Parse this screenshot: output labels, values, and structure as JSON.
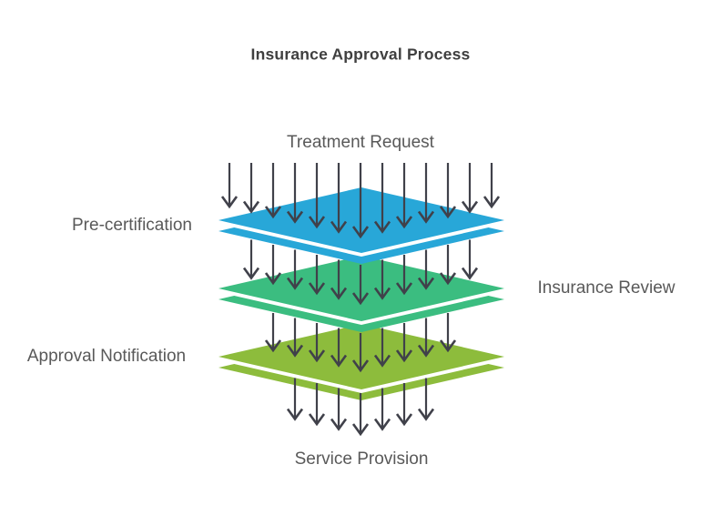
{
  "title": "Insurance Approval Process",
  "flow": {
    "input_label": "Treatment Request",
    "output_label": "Service Provision"
  },
  "layers": [
    {
      "label": "Pre-certification",
      "side": "left",
      "color": "#28a7d8"
    },
    {
      "label": "Insurance Review",
      "side": "right",
      "color": "#3bbd80"
    },
    {
      "label": "Approval Notification",
      "side": "left",
      "color": "#8dbc3c"
    }
  ],
  "arrow_rows": [
    {
      "count": 13
    },
    {
      "count": 11
    },
    {
      "count": 9
    },
    {
      "count": 7
    }
  ],
  "colors": {
    "background": "#ffffff",
    "title_text": "#3f3f3f",
    "label_text": "#595959",
    "arrow": "#40414a",
    "layer_gap": "#ffffff"
  }
}
